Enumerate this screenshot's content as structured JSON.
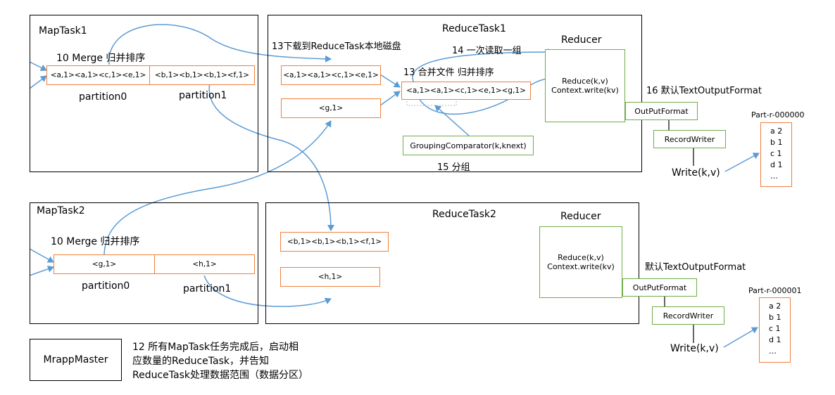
{
  "maptask1": {
    "title": "MapTask1",
    "merge_label": "10 Merge 归并排序",
    "cell0": "<a,1><a,1><c,1><e,1>",
    "cell1": "<b,1><b,1><b,1><f,1>",
    "partition0": "partition0",
    "partition1": "partition1"
  },
  "maptask2": {
    "title": "MapTask2",
    "merge_label": "10 Merge 归并排序",
    "cell0": "<g,1>",
    "cell1": "<h,1>",
    "partition0": "partition0",
    "partition1": "partition1"
  },
  "reducetask1": {
    "title": "ReduceTask1",
    "download_label": "13下载到ReduceTask本地磁盘",
    "read_label": "14 一次读取一组",
    "merge_label": "13 合并文件 归并排序",
    "box_a": "<a,1><a,1><c,1><e,1>",
    "box_g": "<g,1>",
    "merged": "<a,1><a,1><c,1><e,1><g,1>",
    "grouping": "GroupingComparator(k,knext)",
    "group_label": "15 分组",
    "reducer_title": "Reducer",
    "reduce_line1": "Reduce(k,v)",
    "reduce_line2": "Context.write(kv)"
  },
  "reducetask2": {
    "title": "ReduceTask2",
    "box_b": "<b,1><b,1><b,1><f,1>",
    "box_h": "<h,1>",
    "reducer_title": "Reducer",
    "reduce_line1": "Reduce(k,v)",
    "reduce_line2": "Context.write(kv)"
  },
  "output1": {
    "label": "16 默认TextOutputFormat",
    "outputformat": "OutPutFormat",
    "recordwriter": "RecordWriter",
    "write": "Write(k,v)",
    "file_title": "Part-r-000000",
    "lines": [
      "a 2",
      "b 1",
      "c 1",
      "d 1",
      "…"
    ]
  },
  "output2": {
    "label": "默认TextOutputFormat",
    "outputformat": "OutPutFormat",
    "recordwriter": "RecordWriter",
    "write": "Write(k,v)",
    "file_title": "Part-r-000001",
    "lines": [
      "a 2",
      "b 1",
      "c 1",
      "d 1",
      "…"
    ]
  },
  "master": {
    "title": "MrappMaster",
    "note_line1": "12 所有MapTask任务完成后，启动相",
    "note_line2": "应数量的ReduceTask，并告知",
    "note_line3": "ReduceTask处理数据范围（数据分区）"
  },
  "colors": {
    "arrow": "#5b9bd5",
    "partition_border": "#f07f3c",
    "reducer_border": "#70ad47"
  }
}
